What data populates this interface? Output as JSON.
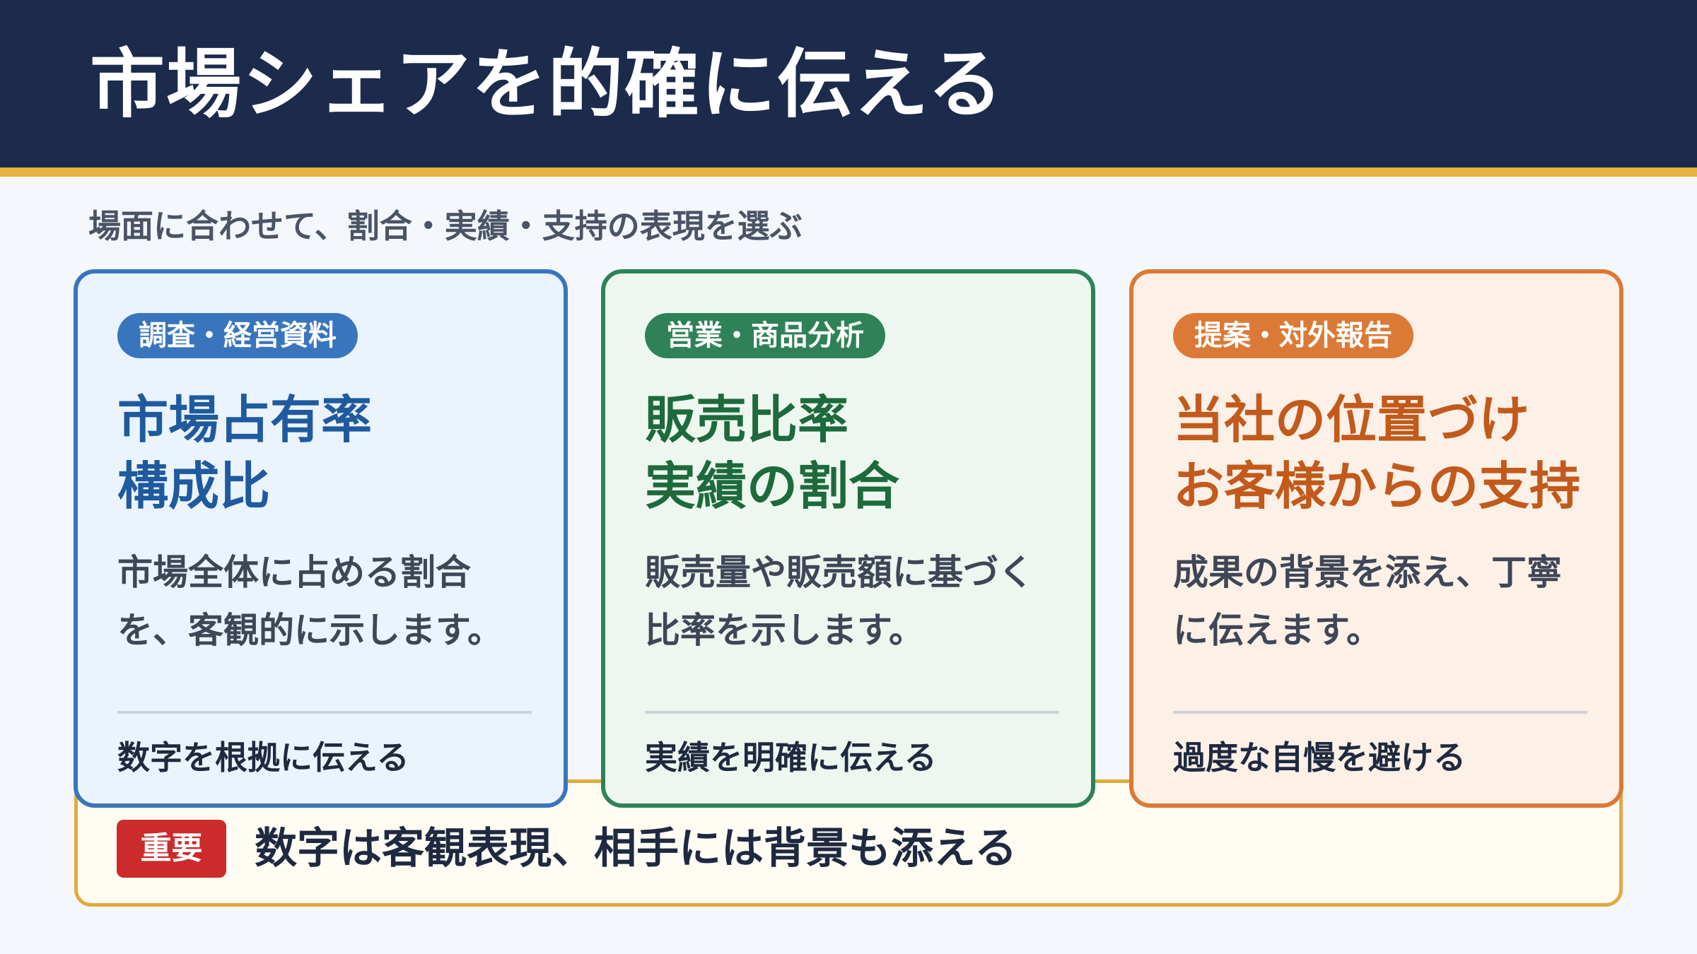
{
  "header": {
    "title": "市場シェアを的確に伝える"
  },
  "subtitle": "場面に合わせて、割合・実績・支持の表現を選ぶ",
  "cards": [
    {
      "tag": "調査・経営資料",
      "title_line1": "市場占有率",
      "title_line2": "構成比",
      "description": "市場全体に占める割合を、客観的に示します。",
      "footer": "数字を根拠に伝える"
    },
    {
      "tag": "営業・商品分析",
      "title_line1": "販売比率",
      "title_line2": "実績の割合",
      "description": "販売量や販売額に基づく比率を示します。",
      "footer": "実績を明確に伝える"
    },
    {
      "tag": "提案・対外報告",
      "title_line1": "当社の位置づけ",
      "title_line2": "お客様からの支持",
      "description": "成果の背景を添え、丁寧に伝えます。",
      "footer": "過度な自慢を避ける"
    }
  ],
  "note": {
    "badge": "重要",
    "text": "数字は客観表現、相手には背景も添える"
  },
  "colors": {
    "header_bg": "#1c2a4c",
    "accent_gold": "#e6b43f",
    "blue": "#3975bd",
    "green": "#2f8258",
    "orange": "#db7a36",
    "important_red": "#cc2b2b"
  }
}
